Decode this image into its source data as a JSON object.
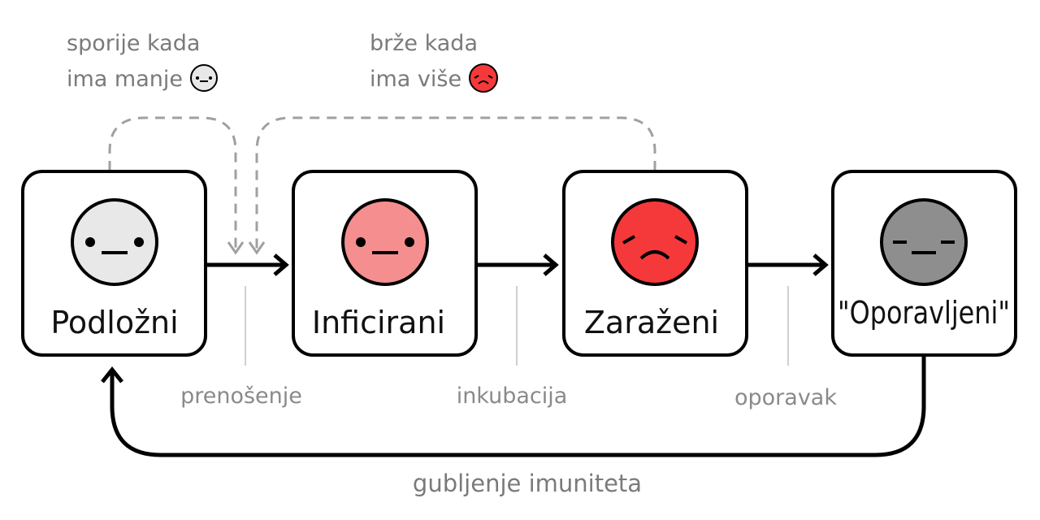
{
  "states": [
    {
      "label": "Podložni",
      "face": "neutral",
      "color": "#e8e8e8"
    },
    {
      "label": "Inficirani",
      "face": "neutral",
      "color": "#f58f8f"
    },
    {
      "label": "Zaraženi",
      "face": "sad",
      "color": "#f5393b"
    },
    {
      "label": "\"Oporavljeni\"",
      "face": "flat",
      "color": "#8e8e8e"
    }
  ],
  "transitions": [
    {
      "label": "prenošenje"
    },
    {
      "label": "inkubacija"
    },
    {
      "label": "oporavak"
    }
  ],
  "feedback": {
    "slower": {
      "line1": "sporije kada",
      "line2": "ima manje",
      "icon": "susceptible-face-icon"
    },
    "faster": {
      "line1": "brže kada",
      "line2": "ima više",
      "icon": "infected-face-icon"
    }
  },
  "loop_label": "gubljenje imuniteta",
  "colors": {
    "outline": "#000000",
    "dashed": "#9a9a9a",
    "divider": "#d0d0d0",
    "step_text": "#8a8a8a"
  }
}
